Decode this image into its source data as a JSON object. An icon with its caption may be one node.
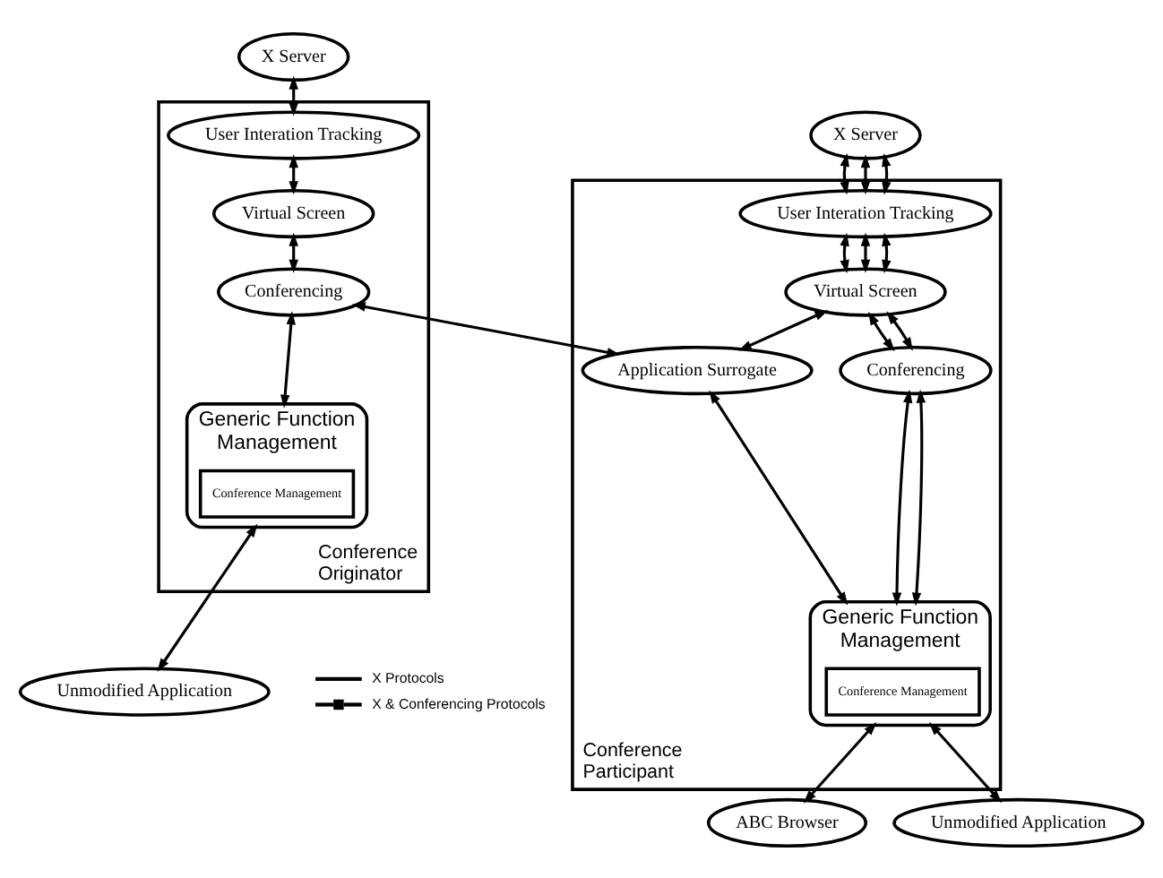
{
  "diagram": {
    "nodes": [
      {
        "text": [
          "X Server"
        ]
      },
      {
        "text": [
          "Conference Originator"
        ]
      },
      {
        "text": [
          "User Interation Tracking"
        ],
        "in": 1
      },
      {
        "text": [
          "Virtual Screen"
        ],
        "in": 1
      },
      {
        "text": [
          "Conferencing"
        ],
        "in": 1
      },
      {
        "text": [
          "Generic Function",
          "Management"
        ],
        "in": 1
      },
      {
        "text": [
          "Conference Management"
        ],
        "in": 5
      },
      {
        "text": [
          "Unmodified Application"
        ]
      },
      {
        "text": [
          "X Server"
        ]
      },
      {
        "text": [
          "Conference Participant"
        ]
      },
      {
        "text": [
          "User Interation Tracking"
        ],
        "in": 9
      },
      {
        "text": [
          "Virtual Screen"
        ],
        "in": 9
      },
      {
        "text": [
          "Application Surrogate"
        ],
        "in": 9
      },
      {
        "text": [
          "Conferencing"
        ],
        "in": 9
      },
      {
        "text": [
          "Generic Function",
          "Management"
        ],
        "in": 9
      },
      {
        "text": [
          "Conference Management"
        ],
        "in": 14
      },
      {
        "text": [
          "ABC Browser"
        ]
      },
      {
        "text": [
          "Unmodified Application"
        ]
      }
    ],
    "edges": [
      {
        "from": 0,
        "to": 2,
        "arrow": "both"
      },
      {
        "from": 2,
        "to": 3,
        "arrow": "both"
      },
      {
        "from": 3,
        "to": 4,
        "arrow": "both"
      },
      {
        "from": 4,
        "to": 5,
        "arrow": "both"
      },
      {
        "from": 5,
        "to": 7,
        "arrow": "both"
      },
      {
        "from": 4,
        "to": 12,
        "arrow": "both"
      },
      {
        "from": 8,
        "to": 10,
        "arrow": "both"
      },
      {
        "from": 8,
        "to": 10,
        "arrow": "both"
      },
      {
        "from": 8,
        "to": 10,
        "arrow": "both"
      },
      {
        "from": 10,
        "to": 11,
        "arrow": "both"
      },
      {
        "from": 10,
        "to": 11,
        "arrow": "both"
      },
      {
        "from": 10,
        "to": 11,
        "arrow": "both"
      },
      {
        "from": 11,
        "to": 12,
        "arrow": "both"
      },
      {
        "from": 11,
        "to": 13,
        "arrow": "both"
      },
      {
        "from": 11,
        "to": 13,
        "arrow": "both"
      },
      {
        "from": 13,
        "to": 14,
        "arrow": "both"
      },
      {
        "from": 13,
        "to": 14,
        "arrow": "both"
      },
      {
        "from": 12,
        "to": 14,
        "arrow": "both"
      },
      {
        "from": 14,
        "to": 16,
        "arrow": "both"
      },
      {
        "from": 14,
        "to": 17,
        "arrow": "both"
      }
    ],
    "legend": [
      {
        "text": "X Protocols"
      },
      {
        "text": "X & Conferencing Protocols"
      }
    ]
  }
}
